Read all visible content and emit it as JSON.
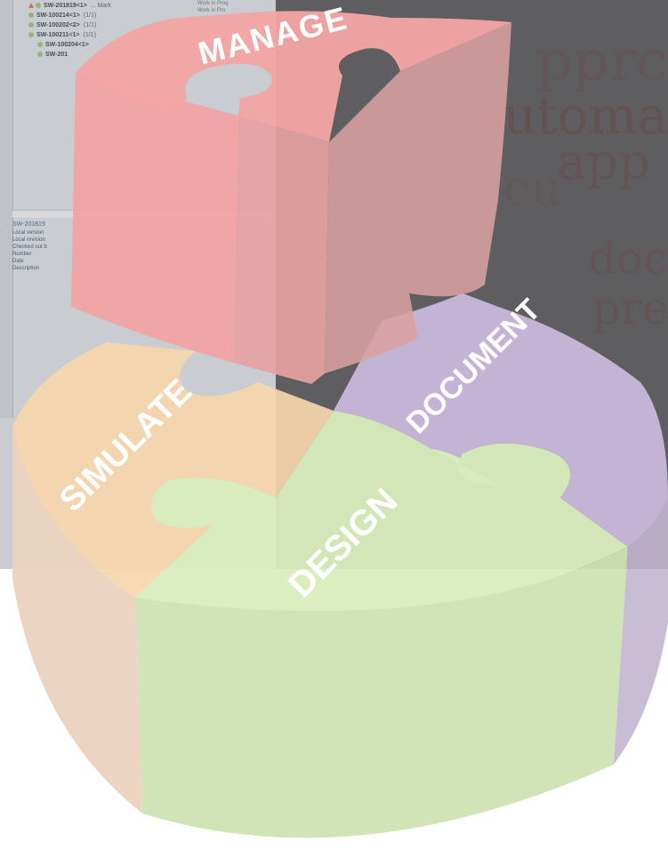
{
  "background_window": {
    "tree_items": [
      {
        "label": "SW-201819<1>",
        "meta": "... Mark",
        "warn": true
      },
      {
        "label": "SW-100214<1>",
        "meta": "(1/1)",
        "warn": false
      },
      {
        "label": "SW-100202<2>",
        "meta": "(1/1)",
        "warn": false
      },
      {
        "label": "SW-100211<1>",
        "meta": "(1/1)",
        "warn": false
      },
      {
        "label": "SW-100204<1>",
        "meta": "",
        "warn": false
      },
      {
        "label": "SW-201",
        "meta": "",
        "warn": false
      }
    ],
    "state_labels": [
      "Work in Prog",
      "Work in Pro"
    ],
    "properties_header": "SW-201819",
    "properties": [
      "Local version",
      "Local revision",
      "Checked out b",
      "Number",
      "Date",
      "Description"
    ],
    "right_text": [
      "pprc",
      "automa",
      "app",
      "docu",
      "doc",
      "pre"
    ]
  },
  "puzzle": {
    "pieces": [
      {
        "label": "MANAGE",
        "color": "#f5a0a0"
      },
      {
        "label": "DOCUMENT",
        "color": "#c9b7de"
      },
      {
        "label": "DESIGN",
        "color": "#d6ecb9"
      },
      {
        "label": "SIMULATE",
        "color": "#f5d4a6"
      }
    ]
  }
}
